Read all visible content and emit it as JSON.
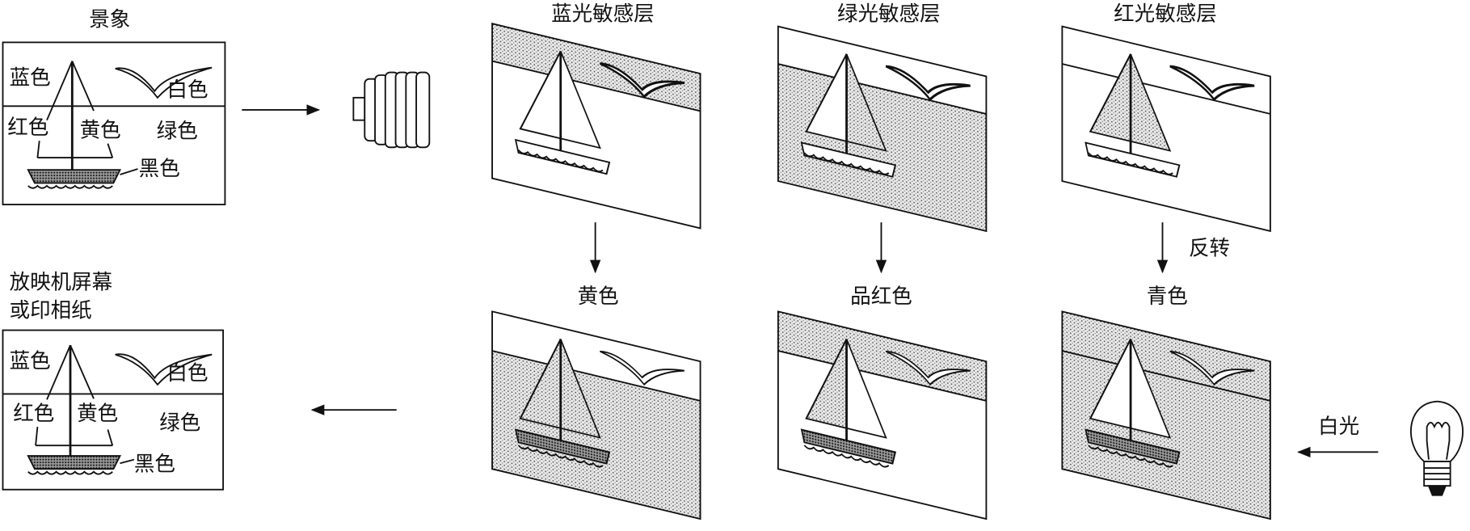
{
  "scene": {
    "title": "景象",
    "labels": {
      "blue": "蓝色",
      "white": "白色",
      "red": "红色",
      "yellow": "黄色",
      "green": "绿色",
      "black": "黑色"
    }
  },
  "layers": {
    "blue": "蓝光敏感层",
    "green": "绿光敏感层",
    "red": "红光敏感层"
  },
  "reversal_label": "反转",
  "dyes": {
    "yellow": "黄色",
    "magenta": "品红色",
    "cyan": "青色"
  },
  "light_label": "白光",
  "output": {
    "title_line1": "放映机屏幕",
    "title_line2": "或印相纸",
    "labels": {
      "blue": "蓝色",
      "white": "白色",
      "red": "红色",
      "yellow": "黄色",
      "green": "绿色",
      "black": "黑色"
    }
  }
}
